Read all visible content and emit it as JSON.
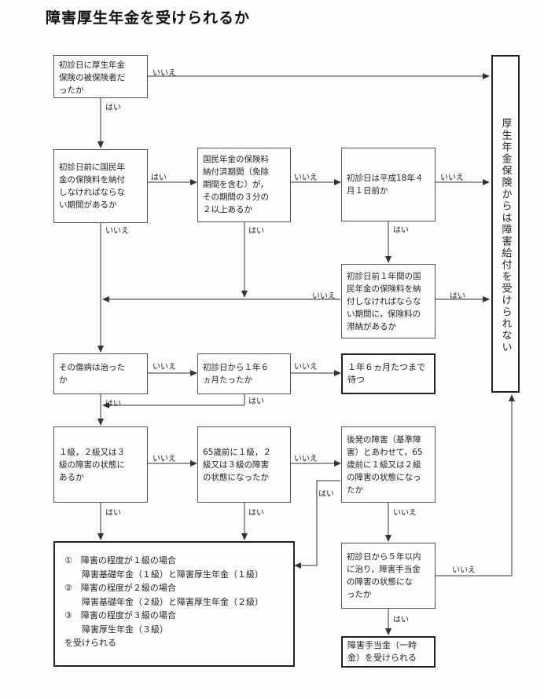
{
  "title": "障害厚生年金を受けられるか",
  "boxes": {
    "insured": "初診日に厚生年金\n保険の被保険者だ\nったか",
    "pension_period": "初診日前に国民年\n金の保険料を納付\nしなければならな\nい期間があるか",
    "paid_period": "国民年金の保険料\n納付済期間（免除\n期間を含む）が，\nその期間の３分の\n２以上あるか",
    "before_h18": "初診日は平成18年４\n月１日前か",
    "arrears": "初診日前１年間の国\n民年金の保険料を納\n付しなければならな\nい期間に，保険料の\n滞納があるか",
    "no_benefit": "厚生年金保険からは障害給付を受けられない",
    "cured": "その傷病は治った\nか",
    "elapsed": "初診日から１年６\nヵ月たったか",
    "wait": "１年６ヵ月たつまで\n待つ",
    "disabled_grade": "１級，２級又は３\n級の障害の状態に\nあるか",
    "before65": "65歳前に１級，２\n級又は３級の障害\nの状態になったか",
    "combined": "後発の障害（基準障\n害）とあわせて，65\n歳前に１級又は２級\nの障害の状態になっ\nたか",
    "result": "①　障害の程度が１級の場合\n　　障害基礎年金（１級）と障害厚生年金（１級）\n②　障害の程度が２級の場合\n　　障害基礎年金（２級）と障害厚生年金（２級）\n③　障害の程度が３級の場合\n　　障害厚生年金（３級）\nを受けられる",
    "five_years": "初診日から５年以内\nに治り，障害手当金\nの障害の状態にな\nったか",
    "lump_sum": "障害手当金（一時\n金）を受けられる"
  },
  "labels": {
    "yes": "はい",
    "no": "いいえ"
  }
}
